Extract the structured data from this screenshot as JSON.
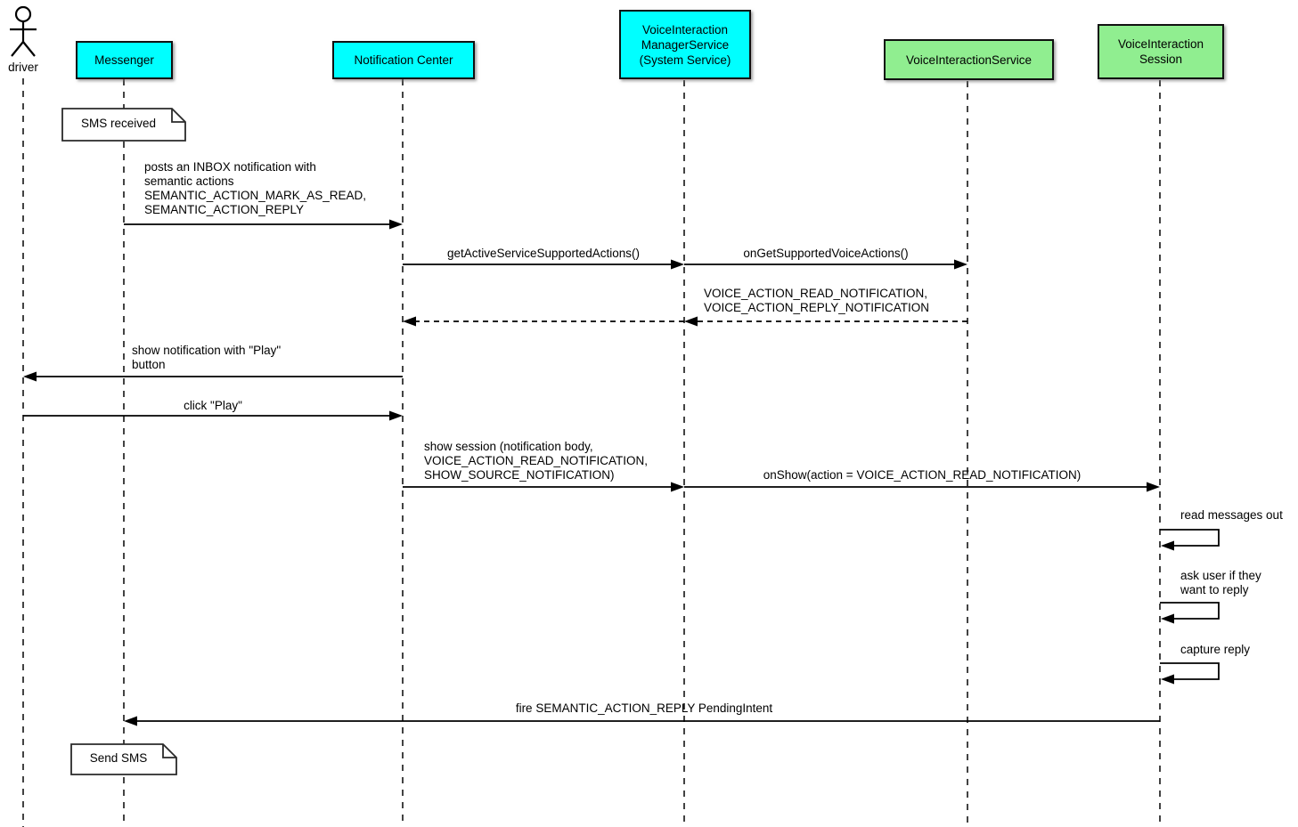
{
  "diagram": {
    "type": "uml-sequence",
    "actor": {
      "label": "driver"
    },
    "participants": [
      {
        "id": "messenger",
        "label": "Messenger",
        "color_key": "cyan"
      },
      {
        "id": "notification-center",
        "label": "Notification Center",
        "color_key": "cyan"
      },
      {
        "id": "voice-interaction-manager-service",
        "label": "VoiceInteraction\nManagerService\n(System Service)",
        "color_key": "cyan"
      },
      {
        "id": "voice-interaction-service",
        "label": "VoiceInteractionService",
        "color_key": "green"
      },
      {
        "id": "voice-interaction-session",
        "label": "VoiceInteraction\nSession",
        "color_key": "green"
      }
    ],
    "notes": [
      {
        "text": "SMS received"
      },
      {
        "text": "Send SMS"
      }
    ],
    "messages": {
      "post_inbox": "posts an INBOX notification with\nsemantic actions\nSEMANTIC_ACTION_MARK_AS_READ,\nSEMANTIC_ACTION_REPLY",
      "get_active_actions": "getActiveServiceSupportedActions()",
      "on_get_supported": "onGetSupportedVoiceActions()",
      "voice_actions_return": "VOICE_ACTION_READ_NOTIFICATION,\nVOICE_ACTION_REPLY_NOTIFICATION",
      "show_notification": "show notification with \"Play\"\nbutton",
      "click_play": "click \"Play\"",
      "show_session": "show session (notification body,\nVOICE_ACTION_READ_NOTIFICATION,\nSHOW_SOURCE_NOTIFICATION)",
      "on_show": "onShow(action = VOICE_ACTION_READ_NOTIFICATION)",
      "read_messages": "read messages out",
      "ask_user": "ask user if they\nwant to reply",
      "capture_reply": "capture reply",
      "fire_reply": "fire SEMANTIC_ACTION_REPLY PendingIntent"
    },
    "colors": {
      "cyan": "#00ffff",
      "green": "#90ee90",
      "line": "#000000",
      "note_bg": "#ffffff"
    }
  }
}
